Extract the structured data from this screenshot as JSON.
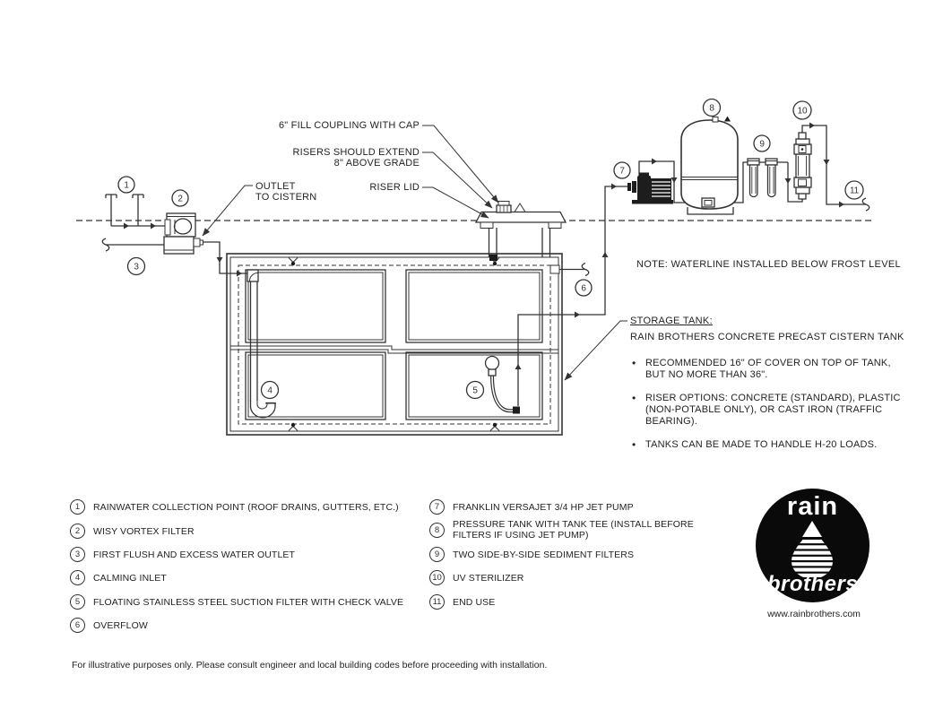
{
  "colors": {
    "line": "#333333",
    "text": "#232323",
    "logo_background": "#0a0a0a",
    "logo_text": "#ffffff",
    "background": "#ffffff"
  },
  "labels": {
    "fill_coupling": "6\" FILL COUPLING WITH CAP",
    "risers_extend": "RISERS SHOULD EXTEND\n8\" ABOVE GRADE",
    "riser_lid": "RISER LID",
    "outlet_to_cistern": "OUTLET\nTO CISTERN",
    "note": "NOTE: WATERLINE INSTALLED BELOW FROST LEVEL"
  },
  "storage_tank_notes": {
    "title": "STORAGE TANK:",
    "subtitle": "RAIN BROTHERS CONCRETE PRECAST CISTERN TANK",
    "bullets": [
      "RECOMMENDED 16\" OF COVER ON TOP OF TANK,\nBUT NO MORE THAN 36\".",
      "RISER OPTIONS: CONCRETE (STANDARD), PLASTIC\n(NON-POTABLE ONLY), OR CAST IRON (TRAFFIC\nBEARING).",
      "TANKS CAN BE MADE TO HANDLE H-20 LOADS."
    ]
  },
  "callouts": [
    "1",
    "2",
    "3",
    "4",
    "5",
    "6",
    "7",
    "8",
    "9",
    "10",
    "11"
  ],
  "legend": {
    "left": [
      {
        "n": "1",
        "label": "RAINWATER COLLECTION POINT (ROOF DRAINS, GUTTERS, ETC.)"
      },
      {
        "n": "2",
        "label": "WISY VORTEX FILTER"
      },
      {
        "n": "3",
        "label": "FIRST FLUSH AND EXCESS WATER OUTLET"
      },
      {
        "n": "4",
        "label": "CALMING INLET"
      },
      {
        "n": "5",
        "label": "FLOATING STAINLESS STEEL SUCTION FILTER WITH CHECK VALVE"
      },
      {
        "n": "6",
        "label": "OVERFLOW"
      }
    ],
    "right": [
      {
        "n": "7",
        "label": "FRANKLIN VERSAJET 3/4 HP JET PUMP"
      },
      {
        "n": "8",
        "label": "PRESSURE TANK WITH TANK TEE (INSTALL BEFORE\nFILTERS IF USING JET PUMP)"
      },
      {
        "n": "9",
        "label": "TWO SIDE-BY-SIDE SEDIMENT FILTERS"
      },
      {
        "n": "10",
        "label": "UV STERILIZER"
      },
      {
        "n": "11",
        "label": "END USE"
      }
    ]
  },
  "logo": {
    "word_top": "rain",
    "word_bottom": "brothers",
    "website": "www.rainbrothers.com"
  },
  "footer": "For illustrative purposes only. Please consult engineer and local building codes before proceeding with installation."
}
